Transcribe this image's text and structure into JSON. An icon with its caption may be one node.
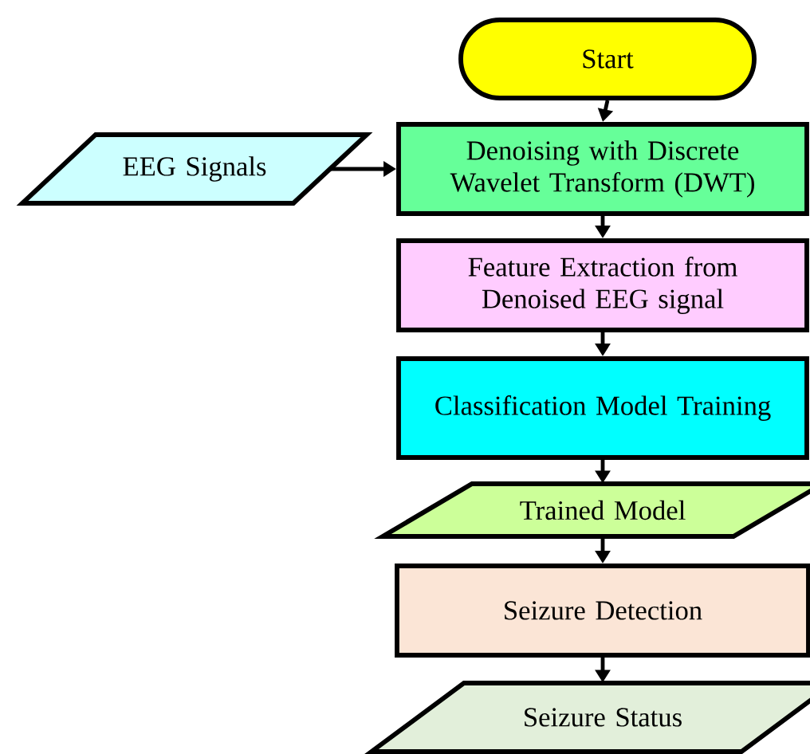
{
  "diagram": {
    "nodes": [
      {
        "text": [
          "Start"
        ]
      },
      {
        "text": [
          "EEG Signals"
        ]
      },
      {
        "text": [
          "Denoising with Discrete Wavelet Transform (DWT)"
        ]
      },
      {
        "text": [
          "Feature Extraction from Denoised EEG signal"
        ]
      },
      {
        "text": [
          "Classification Model Training"
        ]
      },
      {
        "text": [
          "Trained Model"
        ]
      },
      {
        "text": [
          "Seizure Detection"
        ]
      },
      {
        "text": [
          "Seizure Status"
        ]
      }
    ],
    "edges": [
      {
        "from": 0,
        "to": 2,
        "arrow": "to"
      },
      {
        "from": 1,
        "to": 2,
        "arrow": "to"
      },
      {
        "from": 2,
        "to": 3,
        "arrow": "to"
      },
      {
        "from": 3,
        "to": 4,
        "arrow": "to"
      },
      {
        "from": 4,
        "to": 5,
        "arrow": "to"
      },
      {
        "from": 5,
        "to": 6,
        "arrow": "to"
      },
      {
        "from": 6,
        "to": 7,
        "arrow": "to"
      }
    ]
  }
}
